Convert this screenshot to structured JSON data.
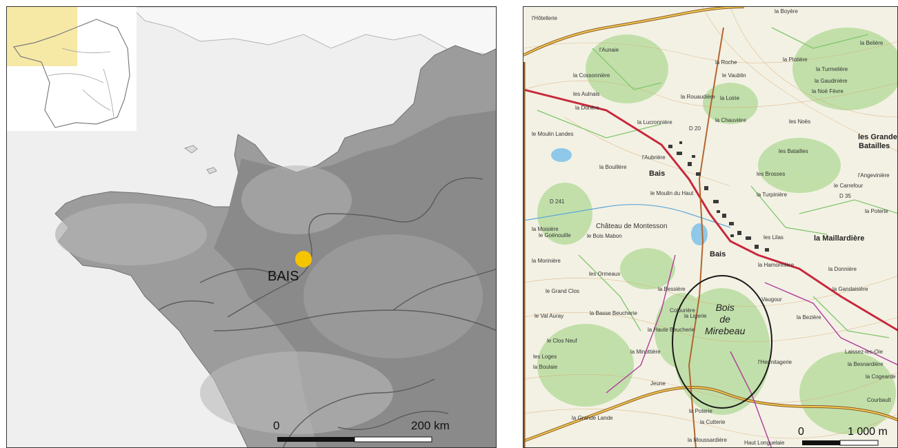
{
  "left_map": {
    "marker_label": "BAIS",
    "marker_color": "#f5c400",
    "inset_highlight_color": "#f6e9a6",
    "scale_bar": {
      "start_label": "0",
      "end_label": "200 km"
    }
  },
  "right_map": {
    "forest_label_lines": [
      "Bois",
      "de",
      "Mirebeau"
    ],
    "town_labels": [
      "Bais",
      "Bais"
    ],
    "place_labels": [
      "les Grandes",
      "Batailles",
      "la Maillardière",
      "Château de Montesson",
      "la Roche",
      "le Vaublin",
      "la Plotière",
      "la Turmelière",
      "la Gaudinière",
      "la Noë Fèvre",
      "la Belière",
      "l'Hôtellerie",
      "la Cossonnière",
      "les Aulnais",
      "la Dorière",
      "la Lucronnière",
      "la Chauvière",
      "les Noës",
      "les Batailles",
      "les Brosses",
      "la Turpinière",
      "le Carrefour",
      "l'Angevinière",
      "la Poterie",
      "les Lilas",
      "la Hamonnière",
      "la Donnière",
      "la Gandaisière",
      "la Bessière",
      "Colourière",
      "la Ligerie",
      "la Haute Beucherie",
      "la Basse Beucherie",
      "le Val Auray",
      "le Grand Clos",
      "les Ormeaux",
      "la Morinière",
      "le Bois Mabon",
      "le Goënouille",
      "la Moisière",
      "la Bouillère",
      "l'Aubrière",
      "le Moulin du Haut",
      "le Clos Neuf",
      "les Loges",
      "la Boulaie",
      "la Minottière",
      "Jeune",
      "la Poterie",
      "la Cutterie",
      "la Moussardière",
      "Haut Longuelaie",
      "la Grande Lande",
      "l'Hermitagerie",
      "la Bezière",
      "Laissez-les-Oie",
      "la Besnardière",
      "la Cogearde",
      "Courbault",
      "la Boyère",
      "l'Aunaie",
      "la Rouaudière",
      "la Loirie",
      "Vaugour",
      "le Moulin Landes"
    ],
    "road_labels": [
      "D 241",
      "D 20",
      "D 35"
    ],
    "scale_bar": {
      "start_label": "0",
      "end_label": "1 000 m"
    }
  }
}
